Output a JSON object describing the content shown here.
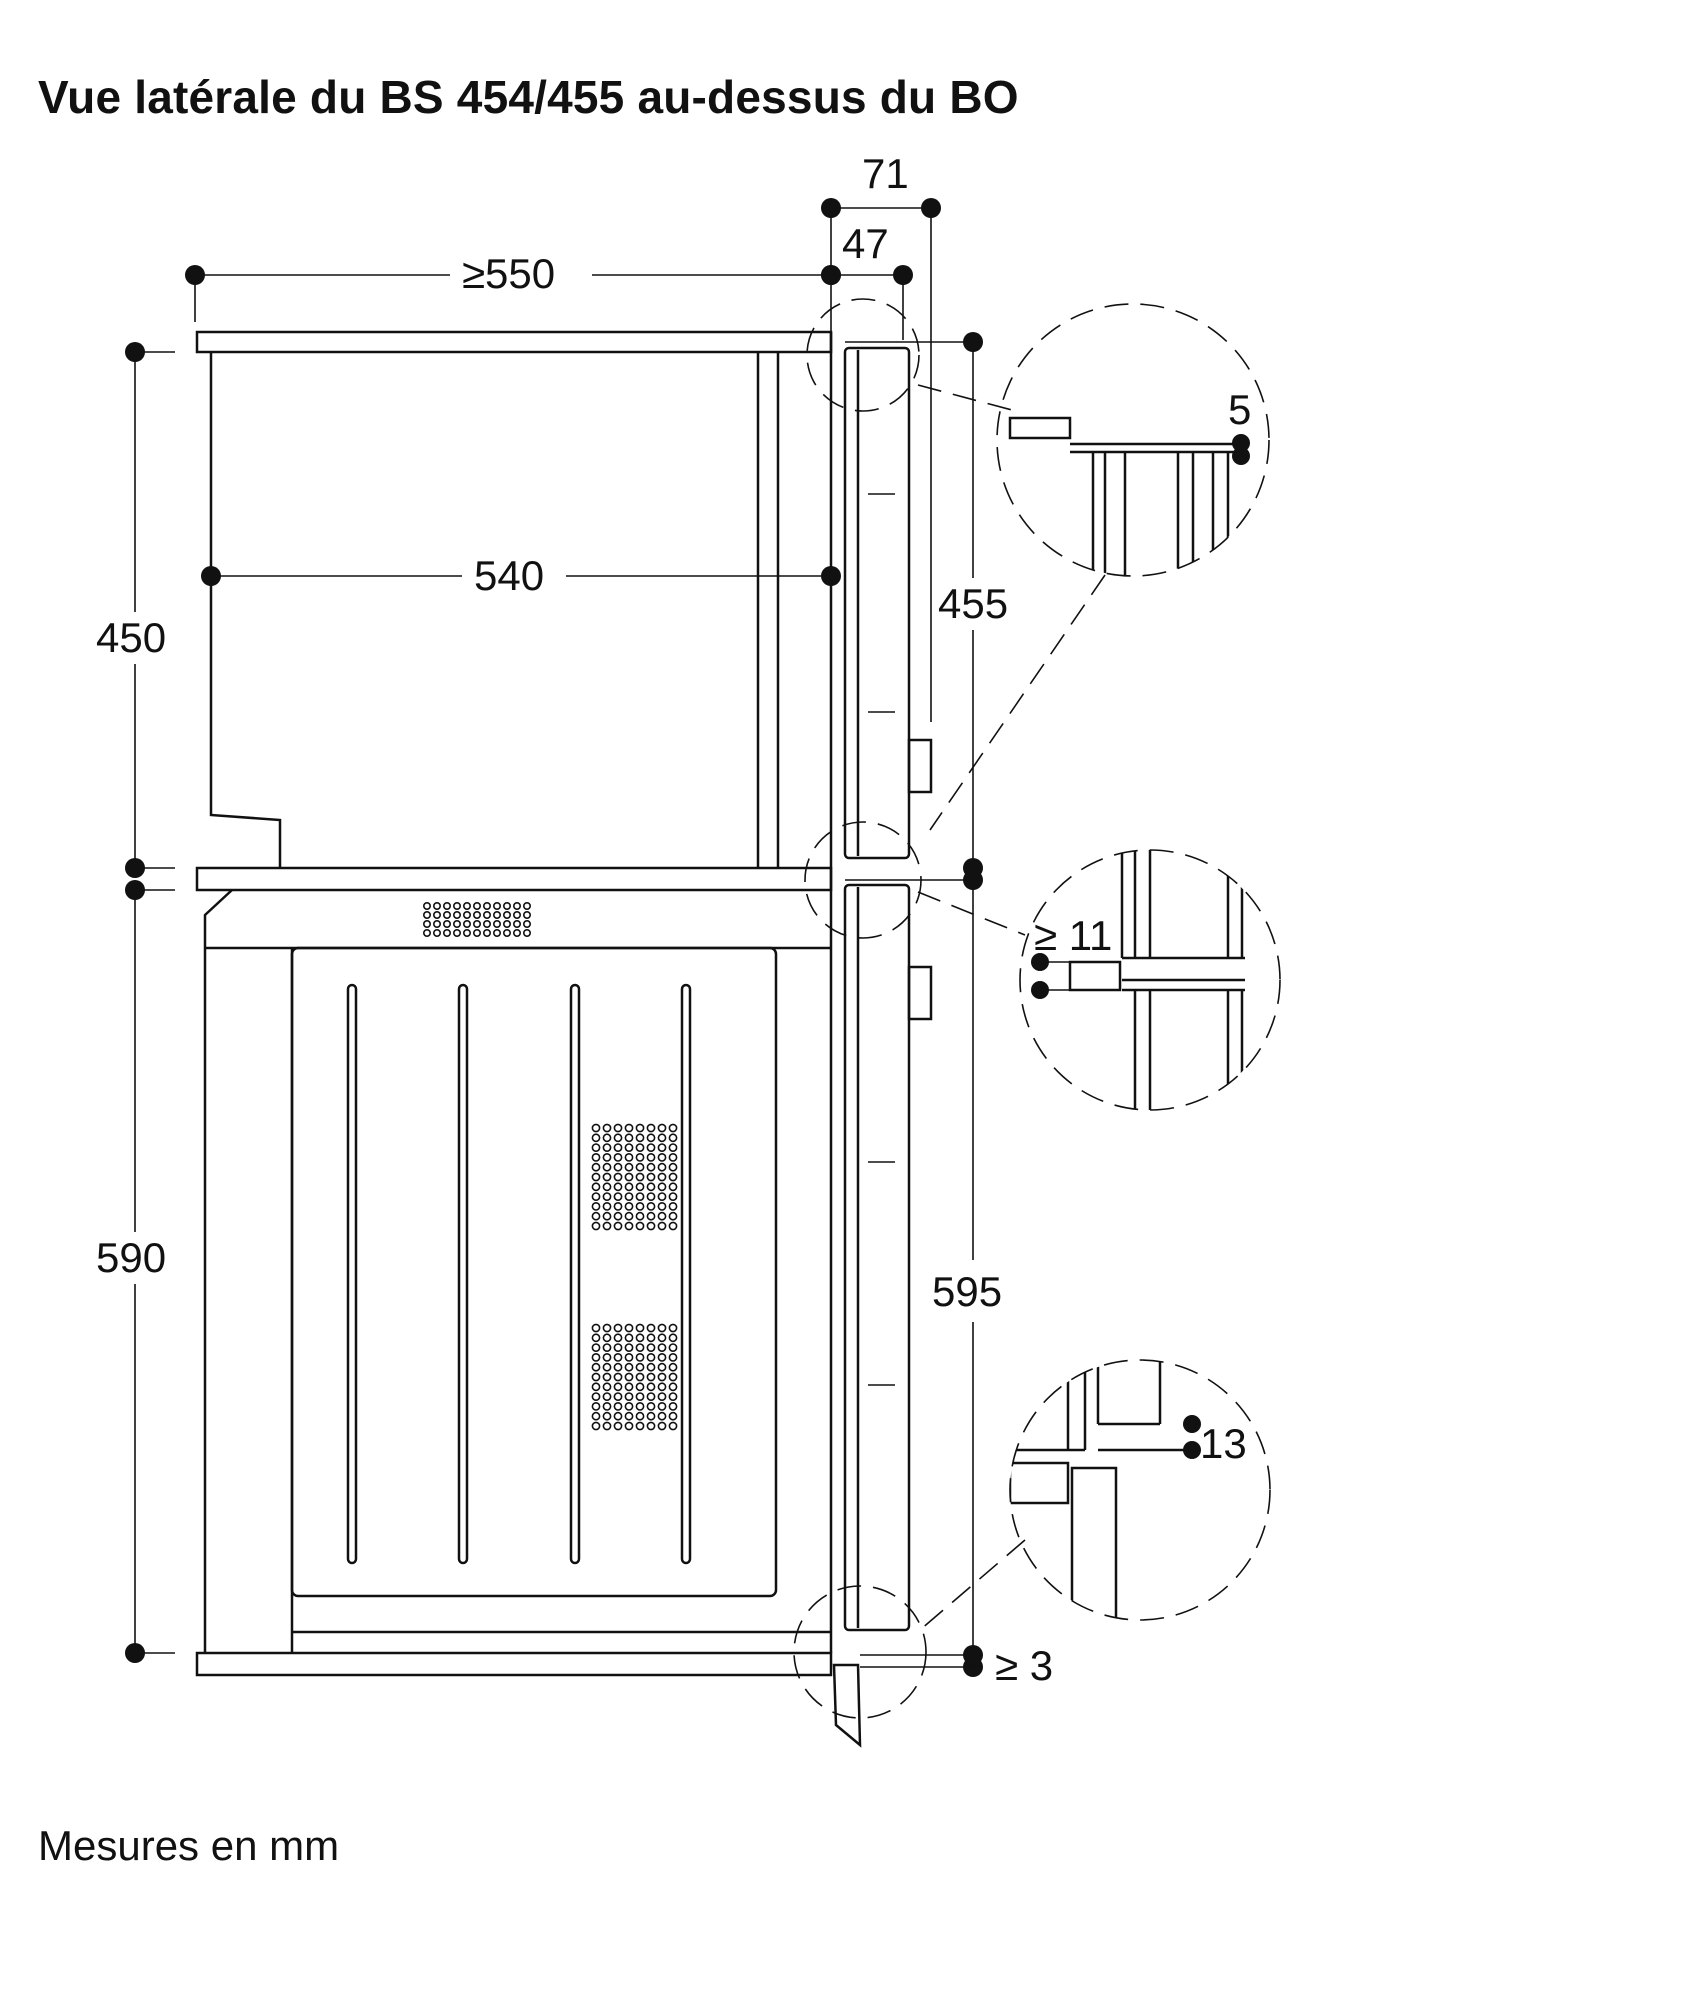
{
  "title": "Vue latérale du BS 454/455 au-dessus du BO",
  "footer": "Mesures en mm",
  "dimensions": {
    "d71": "71",
    "d47": "47",
    "d550": "≥550",
    "d450": "450",
    "d540": "540",
    "d455": "455",
    "d590": "590",
    "d595": "595",
    "d5": "5",
    "d11": "≥ 11",
    "d13": "13",
    "d3": "≥ 3"
  }
}
